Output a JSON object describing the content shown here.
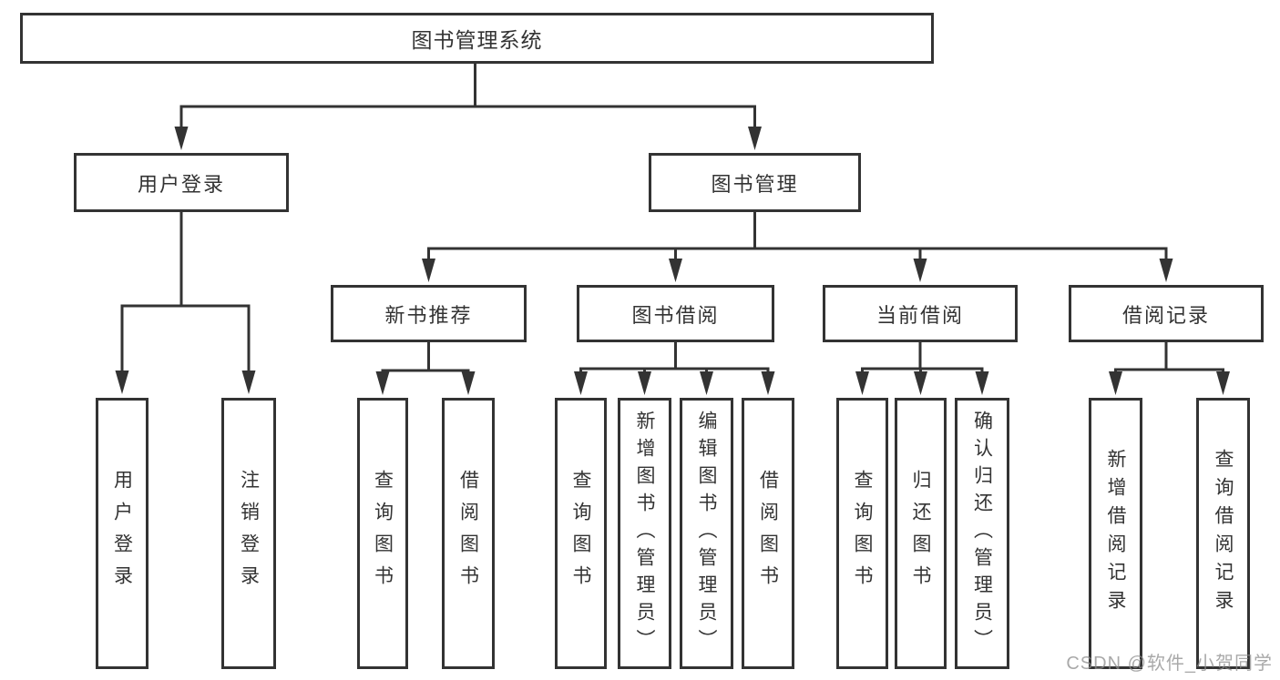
{
  "colors": {
    "line": "#333333",
    "box_border": "#333333",
    "text": "#333333",
    "background": "#ffffff",
    "watermark": "#8c8c8c"
  },
  "nodes": {
    "root": {
      "label": "图书管理系统"
    },
    "user_login": {
      "label": "用户登录"
    },
    "book_mgmt": {
      "label": "图书管理"
    },
    "new_book": {
      "label": "新书推荐"
    },
    "book_borrow": {
      "label": "图书借阅"
    },
    "current_borrow": {
      "label": "当前借阅"
    },
    "borrow_record": {
      "label": "借阅记录"
    },
    "leaf_login": {
      "label": "用户登录"
    },
    "leaf_logout": {
      "label": "注销登录"
    },
    "leaf_nb_query": {
      "label": "查询图书"
    },
    "leaf_nb_borrow": {
      "label": "借阅图书"
    },
    "leaf_bb_query": {
      "label": "查询图书"
    },
    "leaf_bb_add": {
      "label": "新增图书（管理员）"
    },
    "leaf_bb_edit": {
      "label": "编辑图书（管理员）"
    },
    "leaf_bb_borrow": {
      "label": "借阅图书"
    },
    "leaf_cb_query": {
      "label": "查询图书"
    },
    "leaf_cb_return": {
      "label": "归还图书"
    },
    "leaf_cb_confirm": {
      "label": "确认归还（管理员）"
    },
    "leaf_br_add": {
      "label": "新增借阅记录"
    },
    "leaf_br_query": {
      "label": "查询借阅记录"
    }
  },
  "structure": {
    "图书管理系统": [
      "用户登录",
      "图书管理"
    ],
    "用户登录": [
      "用户登录",
      "注销登录"
    ],
    "图书管理": [
      "新书推荐",
      "图书借阅",
      "当前借阅",
      "借阅记录"
    ],
    "新书推荐": [
      "查询图书",
      "借阅图书"
    ],
    "图书借阅": [
      "查询图书",
      "新增图书（管理员）",
      "编辑图书（管理员）",
      "借阅图书"
    ],
    "当前借阅": [
      "查询图书",
      "归还图书",
      "确认归还（管理员）"
    ],
    "借阅记录": [
      "新增借阅记录",
      "查询借阅记录"
    ]
  },
  "watermark": {
    "text": "CSDN @软件_小贺同学"
  }
}
